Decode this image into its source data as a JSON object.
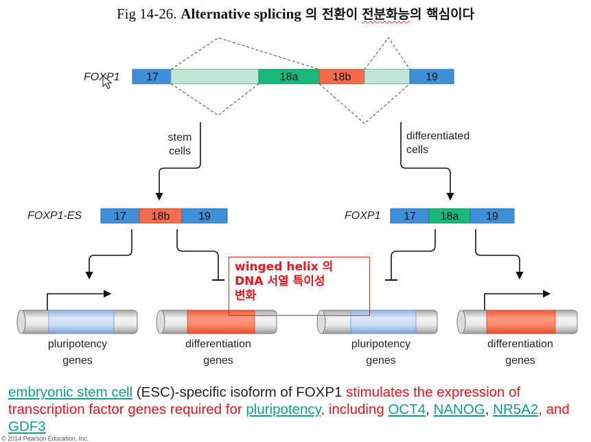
{
  "title": {
    "fig": "Fig  14-26.",
    "bold": "Alternative splicing",
    "korean_1": "의 전환이",
    "korean_2": "전분화능",
    "korean_3": "의 핵심이다"
  },
  "colors": {
    "blue": "#3f8fd6",
    "red": "#f26b4c",
    "green": "#18b87a",
    "intron": "#bfe6d6",
    "callout": "#e8141c",
    "link": "#0f9d8c"
  },
  "top_gene": {
    "label": "FOXP1",
    "exons": [
      "17",
      "18a",
      "18b",
      "19"
    ]
  },
  "stem_branch": {
    "label_line1": "stem",
    "label_line2": "cells",
    "isoform_label": "FOXP1-ES",
    "exons": [
      "17",
      "18b",
      "19"
    ]
  },
  "diff_branch": {
    "label_line1": "differentiated",
    "label_line2": "cells",
    "isoform_label": "FOXP1",
    "exons": [
      "17",
      "18a",
      "19"
    ]
  },
  "dna": [
    {
      "label_line1": "pluripotency",
      "label_line2": "genes"
    },
    {
      "label_line1": "differentiation",
      "label_line2": "genes"
    },
    {
      "label_line1": "pluripotency",
      "label_line2": "genes"
    },
    {
      "label_line1": "differentiation",
      "label_line2": "genes"
    }
  ],
  "callout": {
    "line1": "winged helix 의",
    "line2": "DNA 서열 특이성",
    "line3": "변화"
  },
  "caption": {
    "link_esc": "embryonic stem cell",
    "text_1": " (ESC)-specific isoform of FOXP1 ",
    "red_1": "stimulates the expression of transcription factor genes required for ",
    "link_pluri": "pluripotency",
    "red_2": ", including ",
    "link_oct4": "OCT4",
    "sep_1": ", ",
    "link_nanog": "NANOG",
    "sep_2": ", ",
    "link_nr5a2": "NR5A2",
    "red_3": ", and ",
    "link_gdf3": "GDF3"
  },
  "copyright": "© 2014 Pearson Education, Inc."
}
